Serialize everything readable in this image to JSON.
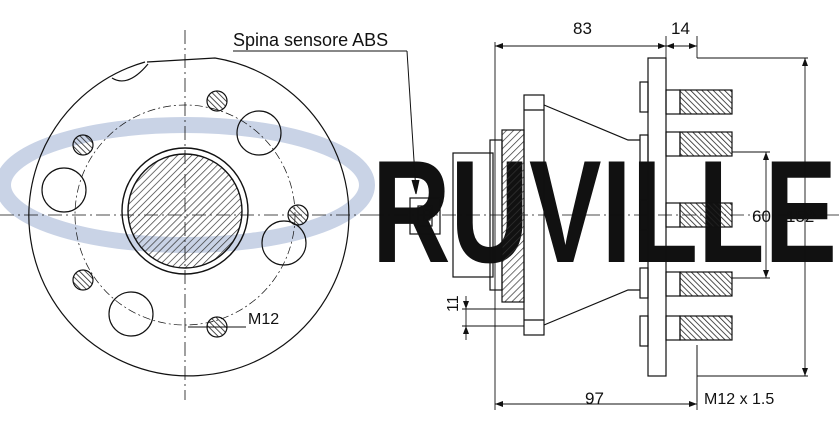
{
  "watermark": {
    "text": "RUVILLE",
    "color": "#c9d3e6"
  },
  "labels": {
    "abs_sensor": "Spina sensore ABS",
    "hole_thread_front": "M12",
    "stud_thread": "M12 x 1.5"
  },
  "dimensions": {
    "top_left": "83",
    "top_right": "14",
    "bottom_width": "97",
    "height_overall": "152",
    "height_inner": "60",
    "small_offset": "11"
  },
  "colors": {
    "line": "#111111",
    "hatch": "#333333",
    "bg": "#ffffff"
  }
}
